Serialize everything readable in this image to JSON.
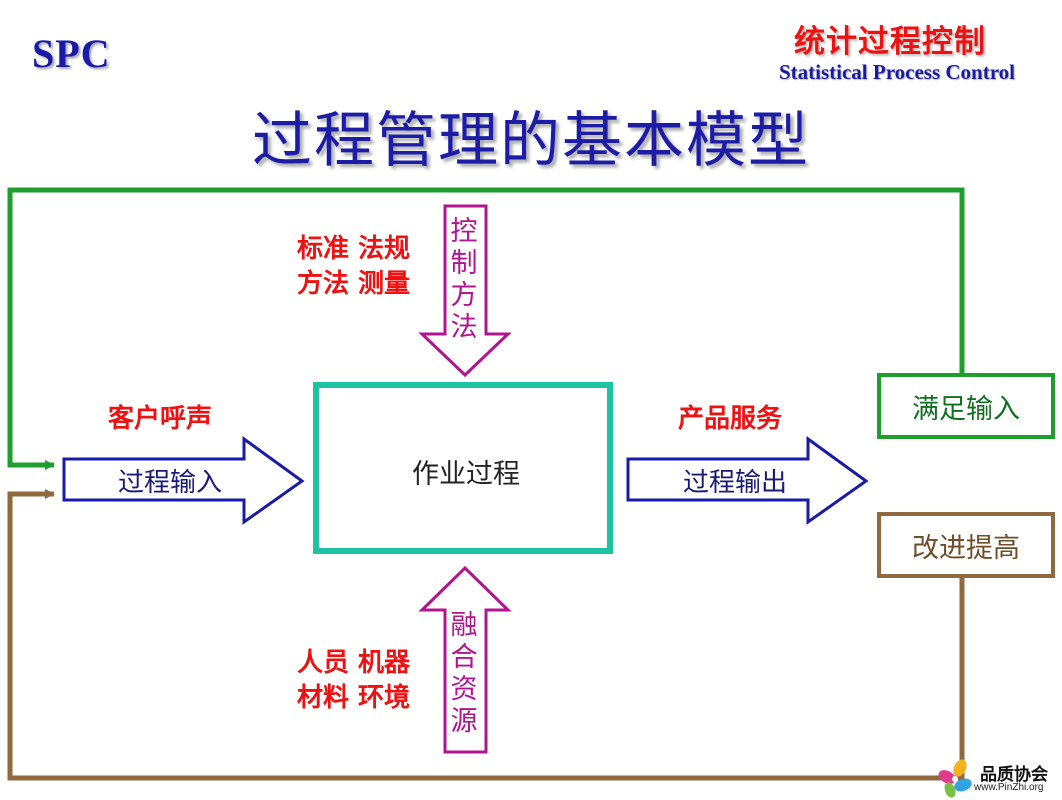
{
  "header": {
    "spc": "SPC",
    "cn_title": "统计过程控制",
    "en_title": "Statistical Process Control",
    "main_title": "过程管理的基本模型"
  },
  "diagram": {
    "top_factors": [
      "标准 法规",
      "方法 测量"
    ],
    "bottom_factors": [
      "人员 机器",
      "材料 环境"
    ],
    "customer_voice": "客户呼声",
    "products_services": "产品服务",
    "process_input": "过程输入",
    "process_output": "过程输出",
    "work_process": "作业过程",
    "control_method": [
      "控",
      "制",
      "方",
      "法"
    ],
    "fused_resources": [
      "融",
      "合",
      "资",
      "源"
    ],
    "satisfy_input": "满足输入",
    "improve": "改进提高"
  },
  "colors": {
    "green_loop": "#1f9e2e",
    "brown_loop": "#8e6a3e",
    "center_box": "#1dc3a3",
    "magenta_arrow": "#b0148f",
    "blue_arrow": "#1a1aa8",
    "red_text": "#ee1111"
  },
  "logo": {
    "name": "品质协会",
    "url": "www.PinZhi.org"
  }
}
